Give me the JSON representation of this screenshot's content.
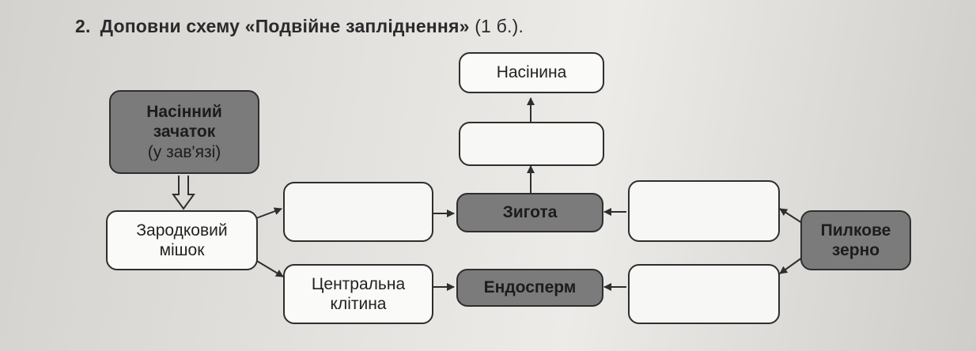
{
  "task": {
    "number": "2.",
    "instruction": "Доповни схему «Подвійне запліднення»",
    "points": "(1 б.)."
  },
  "nodes": {
    "seedling_ovule": {
      "line1": "Насінний",
      "line2": "зачаток",
      "line3": "(у зав'язі)"
    },
    "embryo_sac": {
      "line1": "Зародковий",
      "line2": "мішок"
    },
    "egg_cell_blank": "",
    "central_cell": {
      "line1": "Центральна",
      "line2": "клітина"
    },
    "zygote": "Зигота",
    "endosperm": "Ендосперм",
    "blank_above_zygote": "",
    "seed": "Насінина",
    "sperm_top_blank": "",
    "sperm_bottom_blank": "",
    "pollen_grain": {
      "line1": "Пилкове",
      "line2": "зерно"
    }
  },
  "colors": {
    "dark_box": "#7b7b7b",
    "light_box": "#fafaf8",
    "stroke": "#2e2e2e"
  }
}
